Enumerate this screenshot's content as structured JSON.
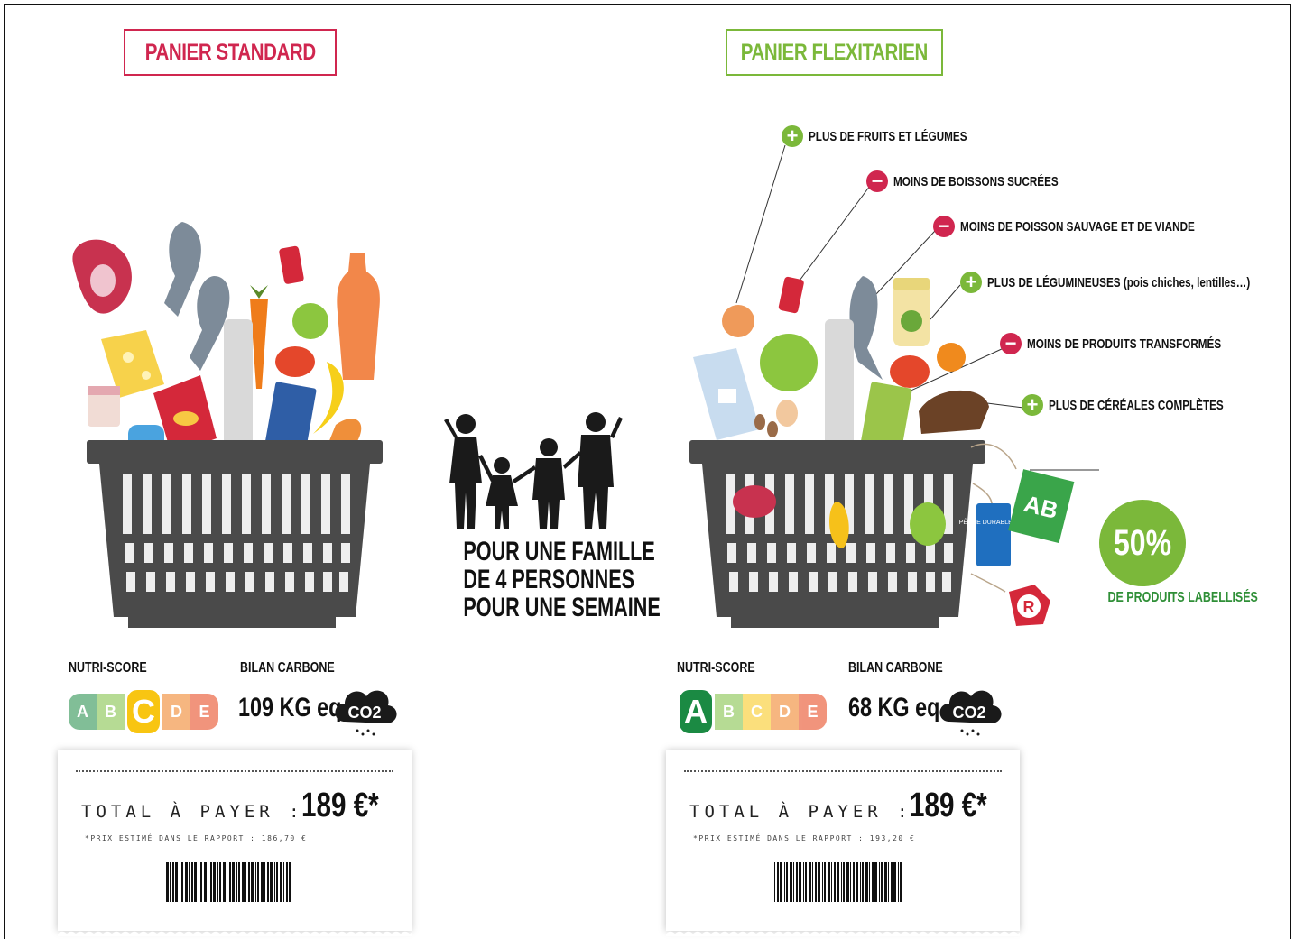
{
  "titles": {
    "standard": "PANIER STANDARD",
    "flex": "PANIER FLEXITARIEN"
  },
  "annotations": [
    {
      "type": "plus",
      "text": "PLUS DE FRUITS ET LÉGUMES"
    },
    {
      "type": "minus",
      "text": "MOINS DE BOISSONS SUCRÉES"
    },
    {
      "type": "minus",
      "text": "MOINS DE POISSON SAUVAGE ET DE VIANDE"
    },
    {
      "type": "plus",
      "text": "PLUS DE LÉGUMINEUSES (pois chiches, lentilles…)"
    },
    {
      "type": "minus",
      "text": "MOINS DE PRODUITS TRANSFORMÉS"
    },
    {
      "type": "plus",
      "text": "PLUS DE CÉRÉALES COMPLÈTES"
    }
  ],
  "family": {
    "line1": "POUR UNE FAMILLE",
    "line2": "DE 4 PERSONNES",
    "line3": "POUR UNE SEMAINE"
  },
  "labels": {
    "percent": "50%",
    "caption": "DE PRODUITS LABELLISÉS",
    "msc": "PÊCHE DURABLE MSC",
    "ab": "AB"
  },
  "standard": {
    "nutri_label": "NUTRI-SCORE",
    "nutri_grades": [
      "A",
      "B",
      "C",
      "D",
      "E"
    ],
    "nutri_active": "C",
    "carbon_label": "BILAN CARBONE",
    "carbon_value": "109 KG eq",
    "co2": "CO2",
    "total_label": "TOTAL À PAYER :",
    "total_value": "189 €*",
    "note": "*Prix estimé dans le rapport : 186,70 €"
  },
  "flex": {
    "nutri_label": "NUTRI-SCORE",
    "nutri_grades": [
      "A",
      "B",
      "C",
      "D",
      "E"
    ],
    "nutri_active": "A",
    "carbon_label": "BILAN CARBONE",
    "carbon_value": "68 KG eq",
    "co2": "CO2",
    "total_label": "TOTAL À PAYER :",
    "total_value": "189 €*",
    "note": "*Prix estimé dans le rapport : 193,20 €"
  },
  "colors": {
    "standard_accent": "#d0264f",
    "flex_accent": "#7bb83a",
    "label_green": "#2f8f37",
    "basket": "#4a4a4a",
    "nutri": [
      "#1b8a43",
      "#7bbf3e",
      "#f8c512",
      "#ef7c1a",
      "#e63e12"
    ]
  }
}
